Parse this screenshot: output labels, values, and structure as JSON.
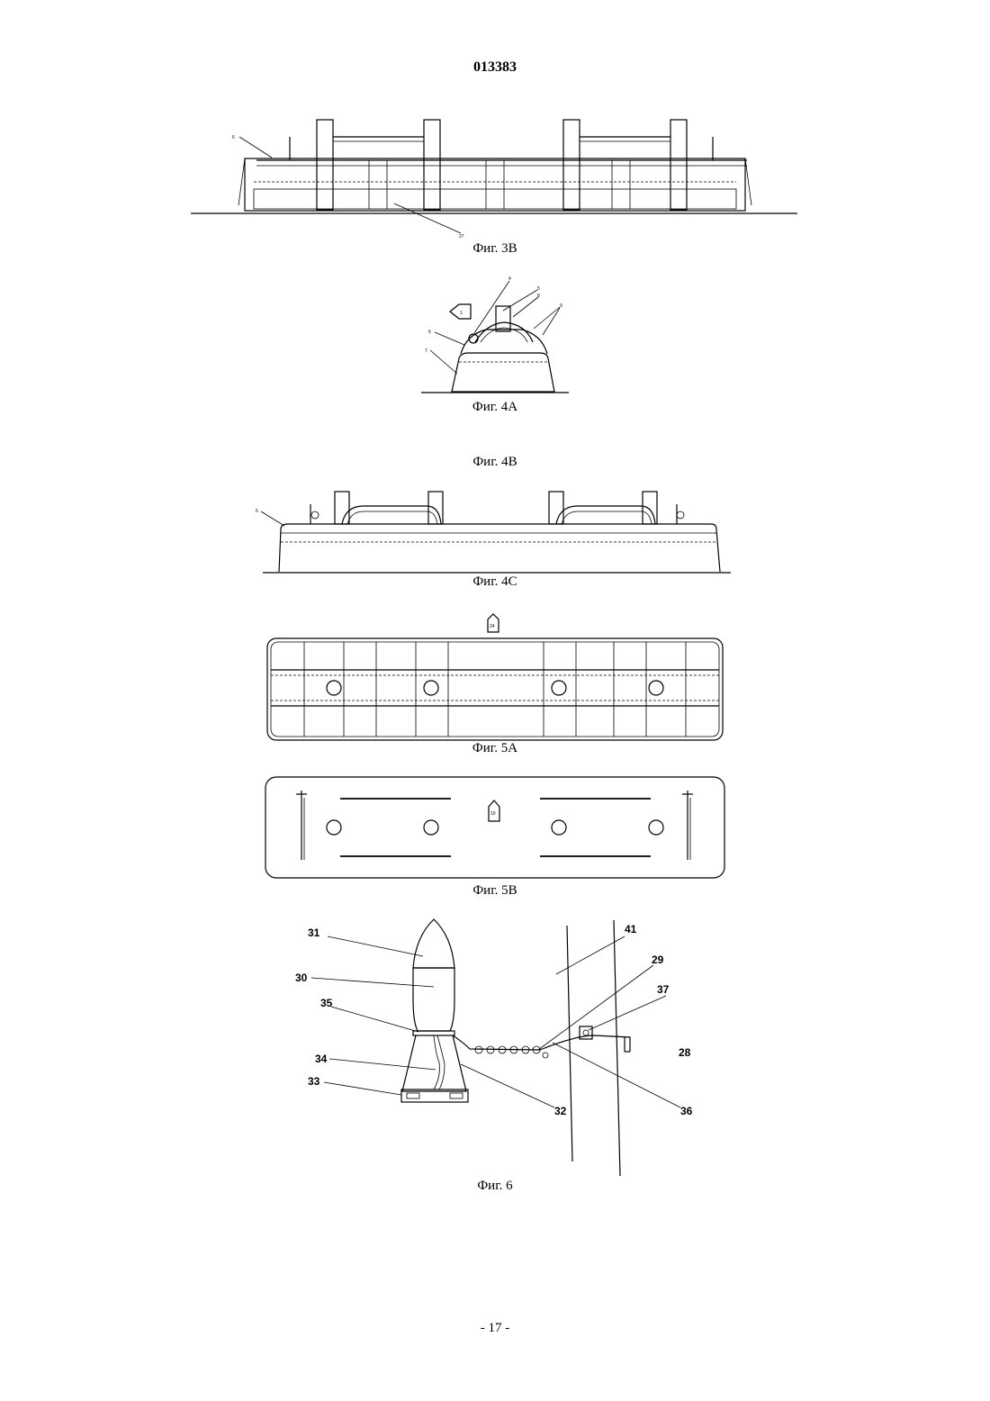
{
  "document": {
    "number": "013383",
    "page_footer": "- 17 -"
  },
  "figures": {
    "fig3b": {
      "caption": "Фиг. 3В",
      "labels": {
        "a": "6",
        "b": "27"
      }
    },
    "fig4a": {
      "caption": "Фиг. 4А",
      "labels": {
        "a": "4",
        "b": "5",
        "c": "6",
        "d": "7",
        "e": "8",
        "f": "9",
        "g": "1"
      }
    },
    "fig4b": {
      "caption": "Фиг. 4В"
    },
    "fig4c": {
      "caption": "Фиг. 4С",
      "labels": {
        "a": "6"
      }
    },
    "fig5a": {
      "caption": "Фиг. 5А",
      "labels": {
        "a": "24"
      }
    },
    "fig5b": {
      "caption": "Фиг. 5В",
      "labels": {
        "a": "10"
      }
    },
    "fig6": {
      "caption": "Фиг. 6",
      "labels": {
        "l31": "31",
        "l30": "30",
        "l35": "35",
        "l34": "34",
        "l33": "33",
        "l32": "32",
        "l41": "41",
        "l29": "29",
        "l37": "37",
        "l28": "28",
        "l36": "36"
      }
    }
  }
}
